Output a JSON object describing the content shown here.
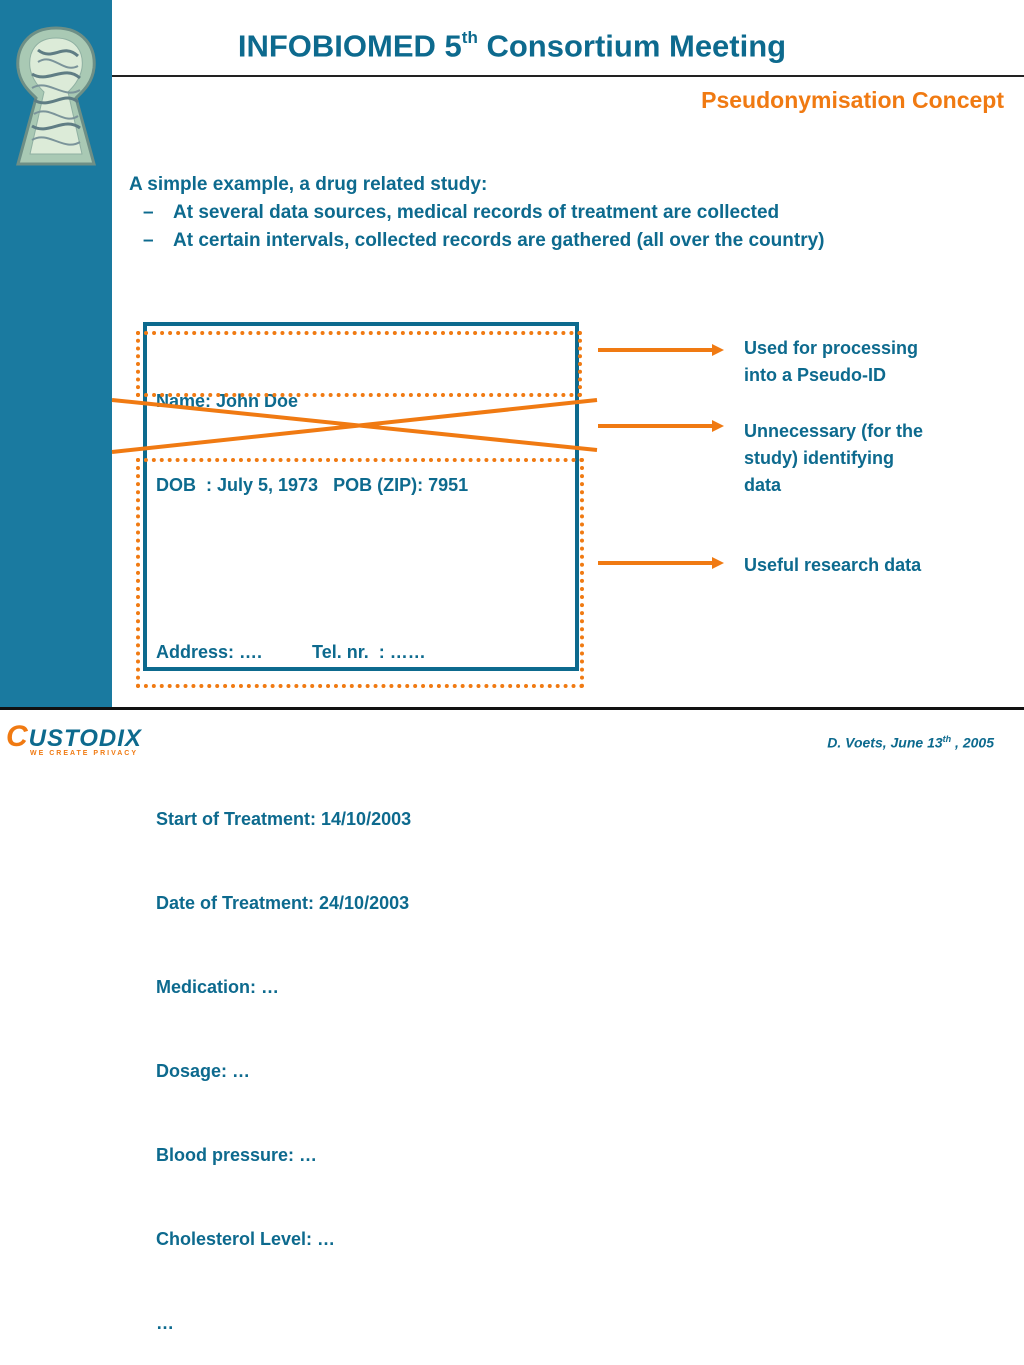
{
  "header": {
    "title_prefix": "INFOBIOMED 5",
    "title_sup": "th",
    "title_suffix": " Consortium Meeting",
    "subtitle": "Pseudonymisation Concept"
  },
  "intro": {
    "lead": "A simple example, a drug related study:",
    "bullets": [
      "At several data sources, medical records of treatment are collected",
      "At certain intervals, collected records are gathered (all over the country)"
    ],
    "dash": "–"
  },
  "record": {
    "name": "Name: John Doe",
    "dob": "DOB  : July 5, 1973   POB (ZIP): 7951",
    "address": "Address: ….          Tel. nr.  : ……",
    "start": "Start of Treatment: 14/10/2003",
    "date": "Date of Treatment: 24/10/2003",
    "medication": "Medication: …",
    "dosage": "Dosage: …",
    "blood": "Blood pressure: …",
    "cholesterol": "Cholesterol Level: …",
    "more": "…"
  },
  "annotations": {
    "pseudo_line1": "Used for processing",
    "pseudo_line2": "into a Pseudo-ID",
    "unnecessary_line1": "Unnecessary (for the",
    "unnecessary_line2": "study) identifying",
    "unnecessary_line3": "data",
    "useful": "Useful research data"
  },
  "footer": {
    "brand_c": "C",
    "brand_rest": "USTODIX",
    "tagline": "WE CREATE PRIVACY",
    "author_prefix": "D. Voets, June 13",
    "author_sup": "th",
    "author_suffix": " , 2005"
  },
  "colors": {
    "primary": "#0d6a8e",
    "sidebar": "#1a7aa0",
    "accent": "#f07a12"
  }
}
